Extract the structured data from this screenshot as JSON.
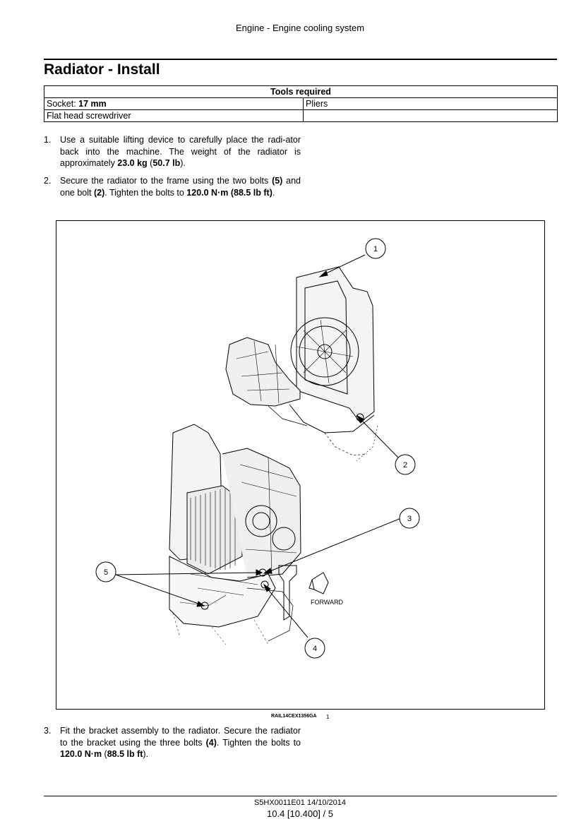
{
  "header": {
    "title": "Engine - Engine cooling system"
  },
  "section": {
    "title": "Radiator - Install"
  },
  "tools": {
    "heading": "Tools required",
    "rows": [
      {
        "left_label": "Socket: ",
        "left_value": "17 mm",
        "right": "Pliers"
      },
      {
        "left_label": "Flat head screwdriver",
        "left_value": "",
        "right": ""
      }
    ]
  },
  "steps": [
    {
      "number": "1.",
      "parts": [
        "Use a suitable lifting device to carefully place the radi-ator back into the machine. The weight of the radiator is approximately ",
        "23.0 kg",
        " (",
        "50.7 lb",
        ")."
      ]
    },
    {
      "number": "2.",
      "parts": [
        "Secure the radiator to the frame using the two bolts ",
        "(5)",
        " and one bolt ",
        "(2)",
        ". Tighten the bolts to ",
        "120.0 N·m",
        " ",
        "(88.5 lb ft)",
        "."
      ]
    },
    {
      "number": "3.",
      "parts": [
        "Fit the bracket assembly to the radiator. Secure the radiator to the bracket using the three bolts ",
        "(4)",
        ". Tighten the bolts to ",
        "120.0 N·m",
        " (",
        "88.5 lb ft",
        ")."
      ]
    }
  ],
  "figure": {
    "callouts": [
      "1",
      "2",
      "3",
      "4",
      "5"
    ],
    "direction_label": "FORWARD",
    "caption": "RAIL14CEX1356GA",
    "number": "1"
  },
  "footer": {
    "code": "S5HX0011E01 14/10/2014",
    "page": "10.4 [10.400] / 5"
  }
}
